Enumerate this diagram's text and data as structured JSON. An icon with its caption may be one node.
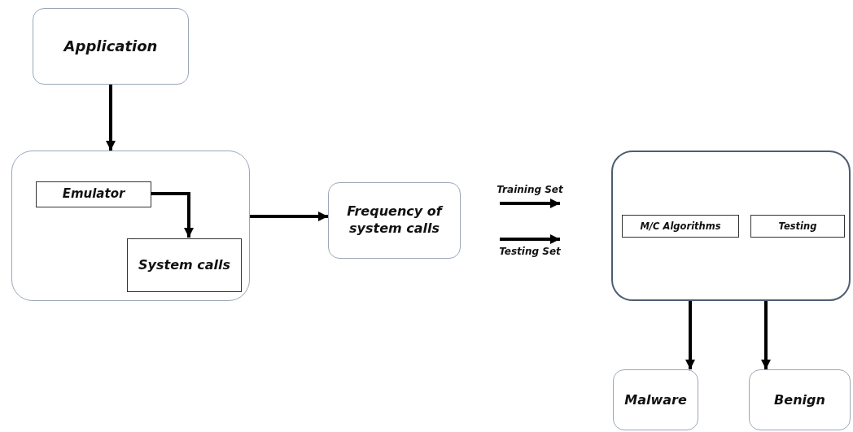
{
  "diagram": {
    "nodes": [
      {
        "text": [
          "Application"
        ]
      },
      {
        "text": [],
        "shape": "box"
      },
      {
        "text": [
          "Emulator"
        ],
        "in": 1
      },
      {
        "text": [
          "System calls"
        ],
        "in": 1
      },
      {
        "text": [
          "Frequency of system calls"
        ]
      },
      {
        "text": [],
        "shape": "box"
      },
      {
        "text": [
          "M/C Algorithms"
        ],
        "in": 5
      },
      {
        "text": [
          "Testing"
        ],
        "in": 5
      },
      {
        "text": [
          "Malware"
        ]
      },
      {
        "text": [
          "Benign"
        ]
      }
    ],
    "edges": [
      {
        "from": 0,
        "to": 1,
        "arrow": "to"
      },
      {
        "from": 2,
        "to": 3,
        "arrow": "to"
      },
      {
        "from": 1,
        "to": 4,
        "arrow": "to"
      },
      {
        "from": 4,
        "to": 5,
        "arrow": "to",
        "label": "Training Set"
      },
      {
        "from": 4,
        "to": 5,
        "arrow": "to",
        "label": "Testing Set"
      },
      {
        "from": 5,
        "to": 8,
        "arrow": "to"
      },
      {
        "from": 5,
        "to": 9,
        "arrow": "to"
      }
    ]
  }
}
